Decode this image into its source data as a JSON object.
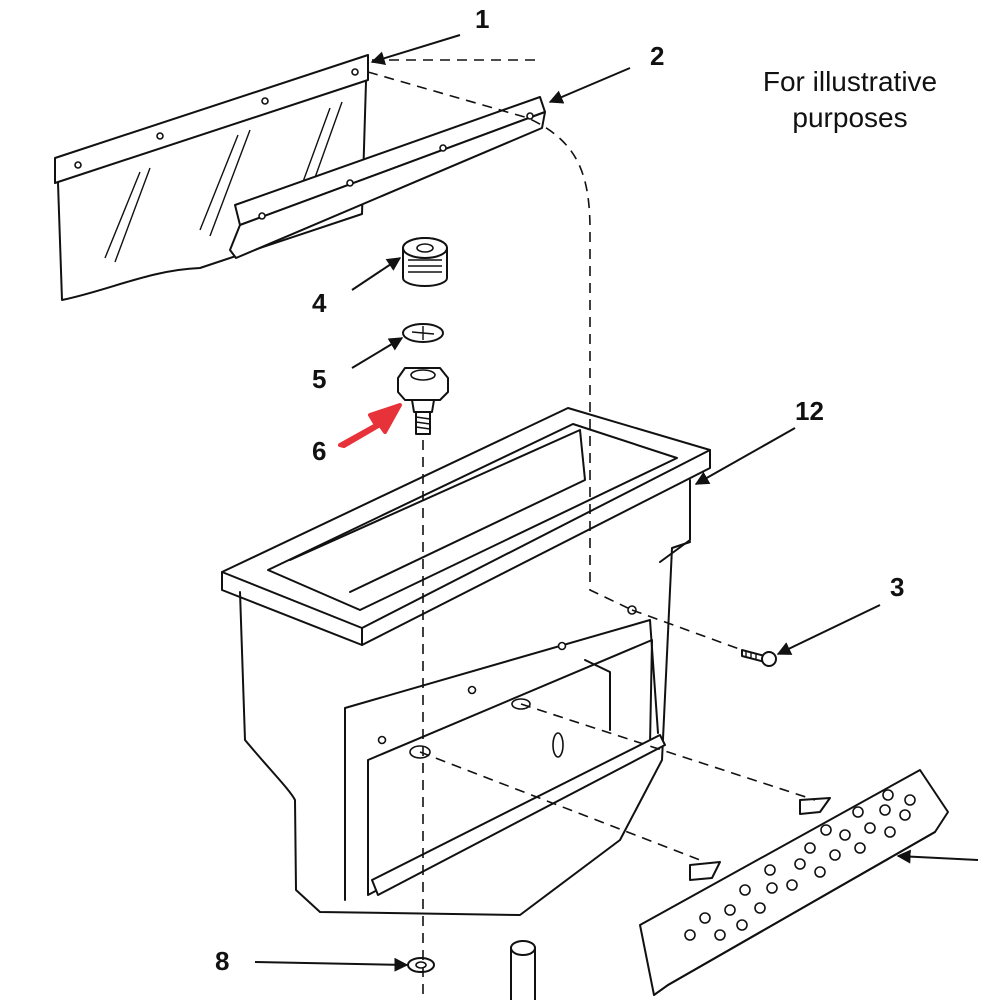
{
  "caption": {
    "line1": "For illustrative",
    "line2": "purposes"
  },
  "callouts": [
    {
      "id": "1",
      "label": "1"
    },
    {
      "id": "2",
      "label": "2"
    },
    {
      "id": "3",
      "label": "3"
    },
    {
      "id": "4",
      "label": "4"
    },
    {
      "id": "5",
      "label": "5"
    },
    {
      "id": "6",
      "label": "6"
    },
    {
      "id": "8",
      "label": "8"
    },
    {
      "id": "12",
      "label": "12"
    }
  ],
  "colors": {
    "line": "#111111",
    "highlight_arrow": "#e8323a",
    "background": "#ffffff"
  },
  "highlighted_part": "6"
}
